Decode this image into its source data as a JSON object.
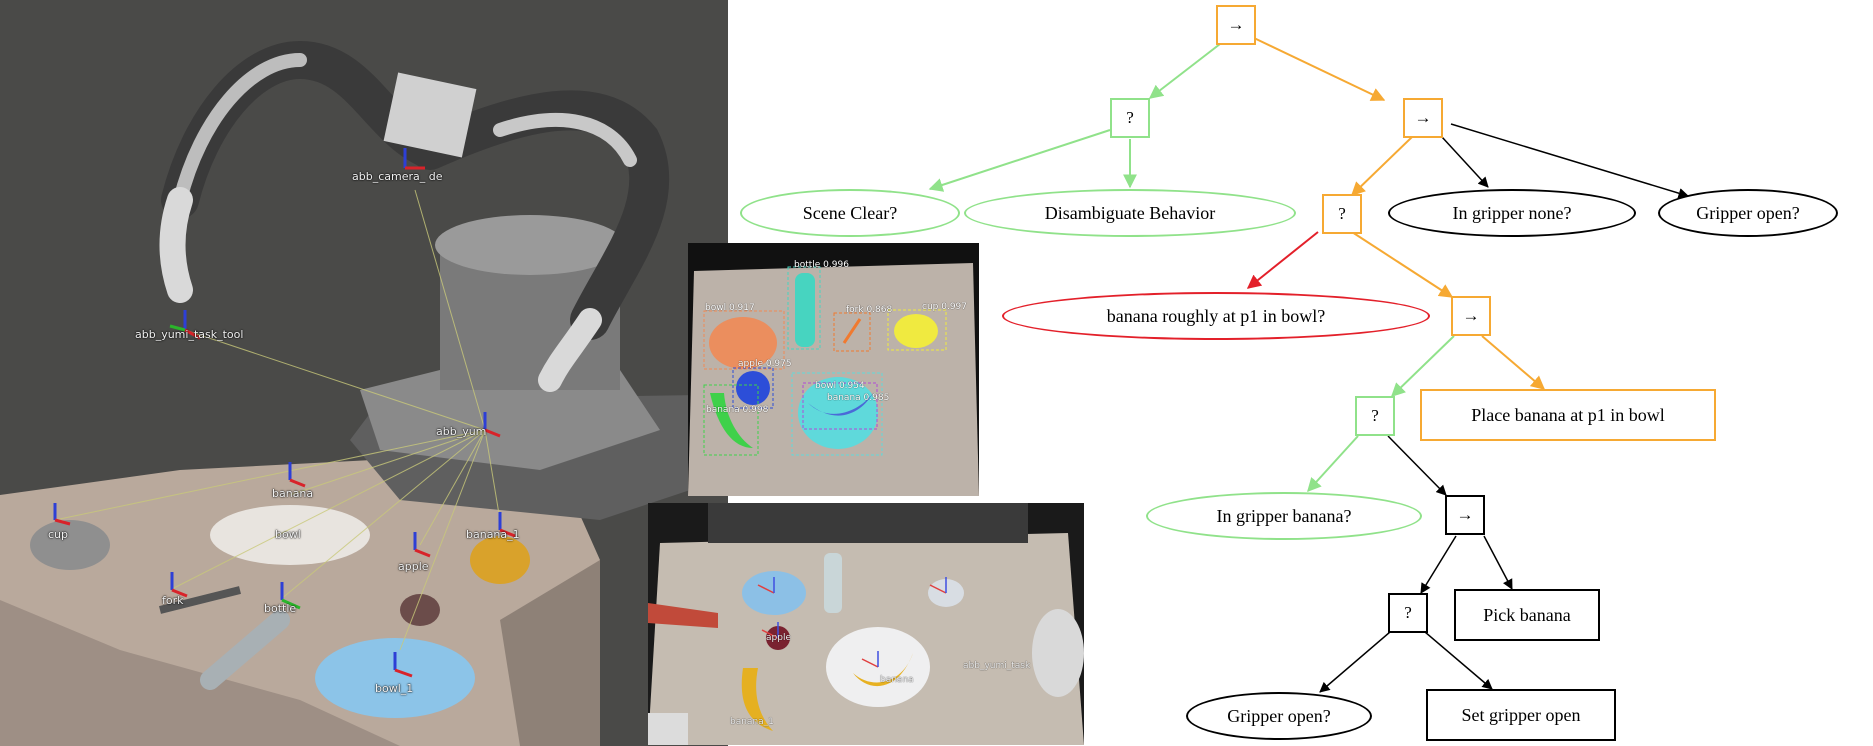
{
  "colors": {
    "green": "#90e28a",
    "orange": "#f6a933",
    "red": "#e3202a",
    "black": "#000000"
  },
  "simulator": {
    "frame_labels": {
      "camera": "abb_camera_ de",
      "task_tool": "abb_yumi_task_tool",
      "base": "abb_yum",
      "banana": "banana",
      "cup": "cup",
      "bowl": "bowl",
      "banana_1": "banana_1",
      "apple": "apple",
      "fork": "fork",
      "bottle": "bottle",
      "bowl_1": "bowl_1"
    }
  },
  "detection": {
    "labels": {
      "bottle": "bottle 0.996",
      "bowl": "bowl 0.917",
      "fork": "fork 0.868",
      "cup": "cup 0.997",
      "apple": "apple 0.975",
      "bowl2": "bowl 0.954",
      "banana_in_bowl": "banana 0.985",
      "banana": "banana 0.998"
    }
  },
  "camera": {
    "labels": {
      "apple": "apple",
      "banana": "banana",
      "banana_1": "banana_1",
      "task": "abb_yumi_task"
    }
  },
  "tree": {
    "seq_symbol": "→",
    "fb_symbol": "?",
    "nodes": {
      "root": "→",
      "fb1": "?",
      "seq2": "→",
      "fb2": "?",
      "seq3": "→",
      "fb3": "?",
      "seq4": "→",
      "fb4": "?",
      "scene_clear": "Scene Clear?",
      "disambiguate": "Disambiguate Behavior",
      "in_gripper_none": "In gripper none?",
      "gripper_open_1": "Gripper open?",
      "banana_roughly": "banana roughly at p1 in bowl?",
      "place_banana": "Place banana at p1 in bowl",
      "in_gripper_banana": "In gripper banana?",
      "pick_banana": "Pick banana",
      "gripper_open_2": "Gripper open?",
      "set_gripper_open": "Set gripper open"
    }
  }
}
